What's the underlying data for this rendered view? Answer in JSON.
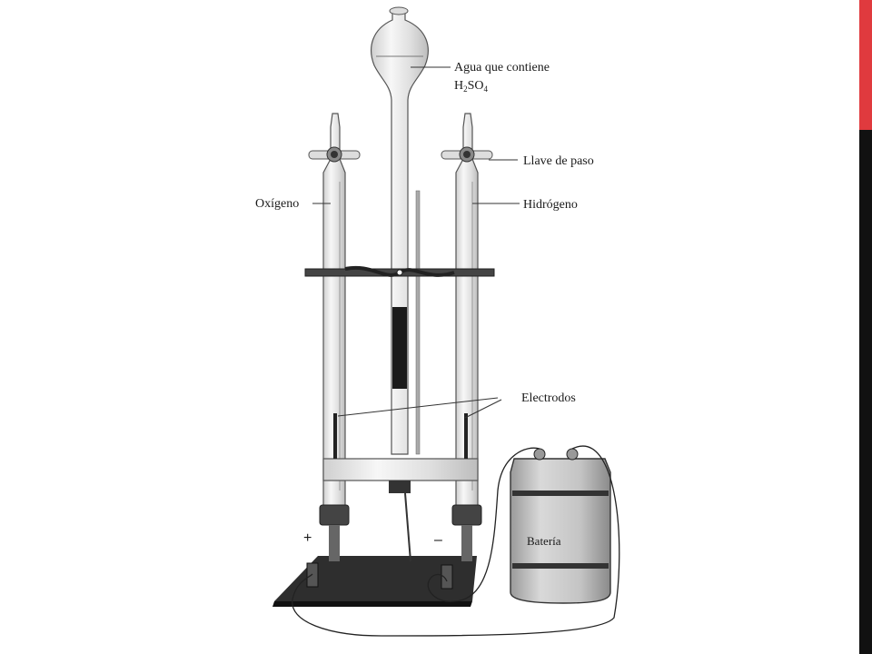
{
  "colors": {
    "accent_red": "#e03a3e",
    "side_black": "#111111",
    "glass": "#e9e9e9",
    "glass_stroke": "#555555"
  },
  "labels": {
    "water_line1": "Agua que contiene",
    "water_h": "H",
    "water_sub2": "2",
    "water_so": "SO",
    "water_sub4": "4",
    "stopcock": "Llave de paso",
    "oxygen": "Oxígeno",
    "hydrogen": "Hidrógeno",
    "electrodes": "Electrodos",
    "battery": "Batería",
    "plus": "+",
    "minus": "–"
  }
}
